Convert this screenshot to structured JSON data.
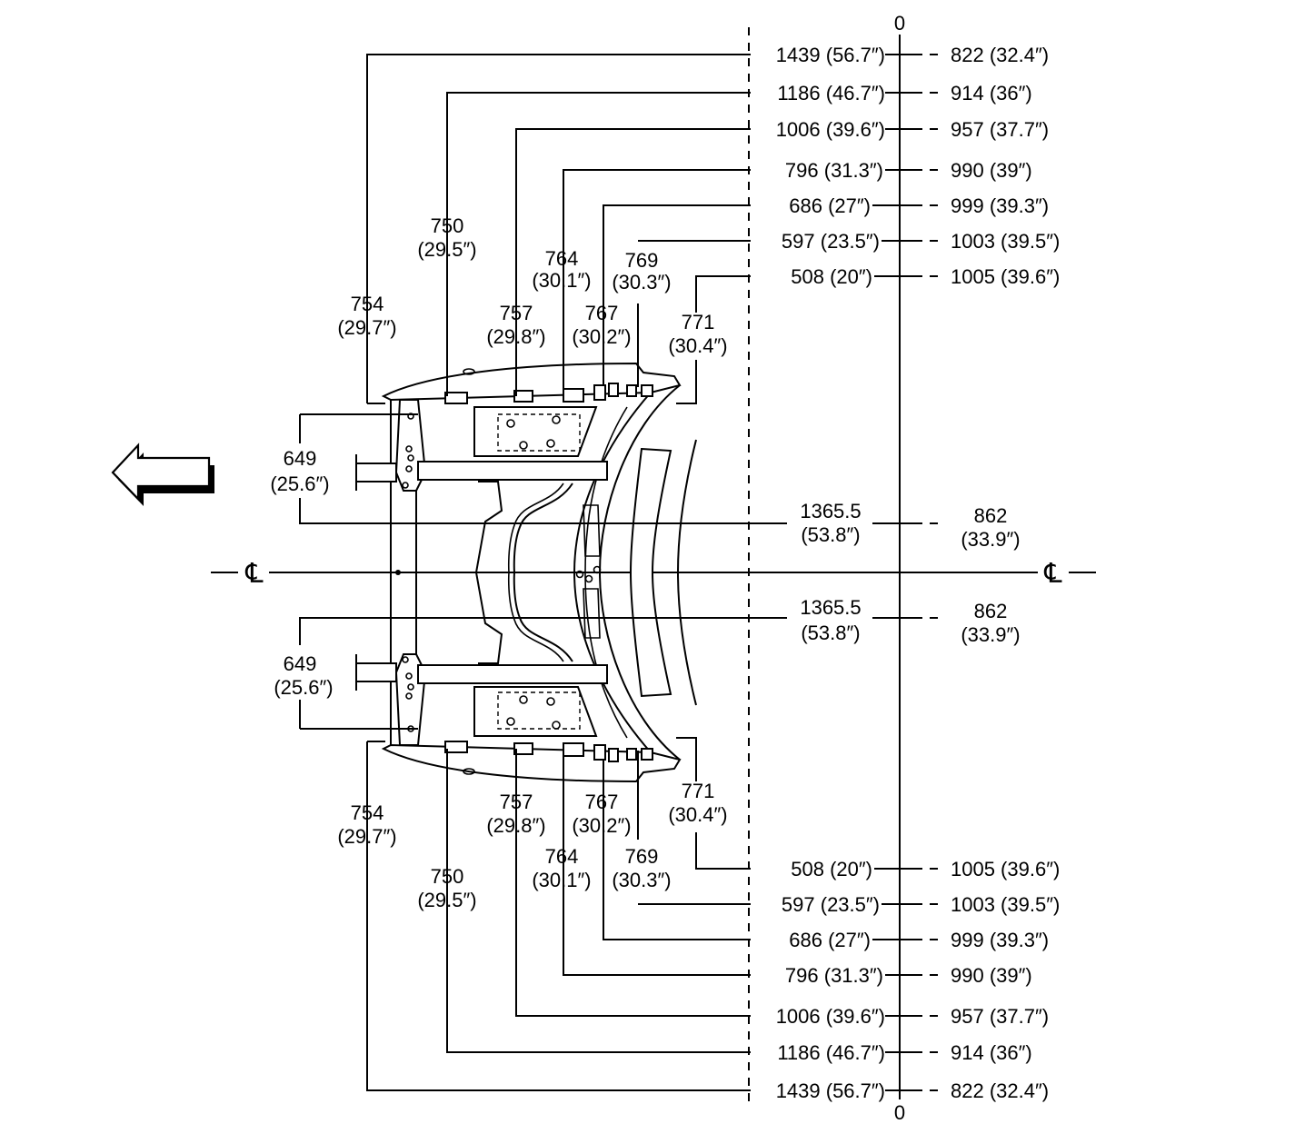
{
  "zero_label": "0",
  "centerline_symbol": "℄",
  "right_dims": [
    {
      "left": "1439 (56.7″)",
      "right": "822 (32.4″)"
    },
    {
      "left": "1186 (46.7″)",
      "right": "914 (36″)"
    },
    {
      "left": "1006 (39.6″)",
      "right": "957 (37.7″)"
    },
    {
      "left": "796 (31.3″)",
      "right": "990 (39″)"
    },
    {
      "left": "686 (27″)",
      "right": "999 (39.3″)"
    },
    {
      "left": "597 (23.5″)",
      "right": "1003 (39.5″)"
    },
    {
      "left": "508 (20″)",
      "right": "1005 (39.6″)"
    }
  ],
  "center_dims": {
    "left_top": "1365.5",
    "left_bottom": "(53.8″)",
    "right_top": "862",
    "right_bottom": "(33.9″)"
  },
  "frame_dims": {
    "d754": [
      "754",
      "(29.7″)"
    ],
    "d750": [
      "750",
      "(29.5″)"
    ],
    "d757": [
      "757",
      "(29.8″)"
    ],
    "d764": [
      "764",
      "(30.1″)"
    ],
    "d767": [
      "767",
      "(30.2″)"
    ],
    "d769": [
      "769",
      "(30.3″)"
    ],
    "d771": [
      "771",
      "(30.4″)"
    ],
    "d649": [
      "649",
      "(25.6″)"
    ]
  }
}
